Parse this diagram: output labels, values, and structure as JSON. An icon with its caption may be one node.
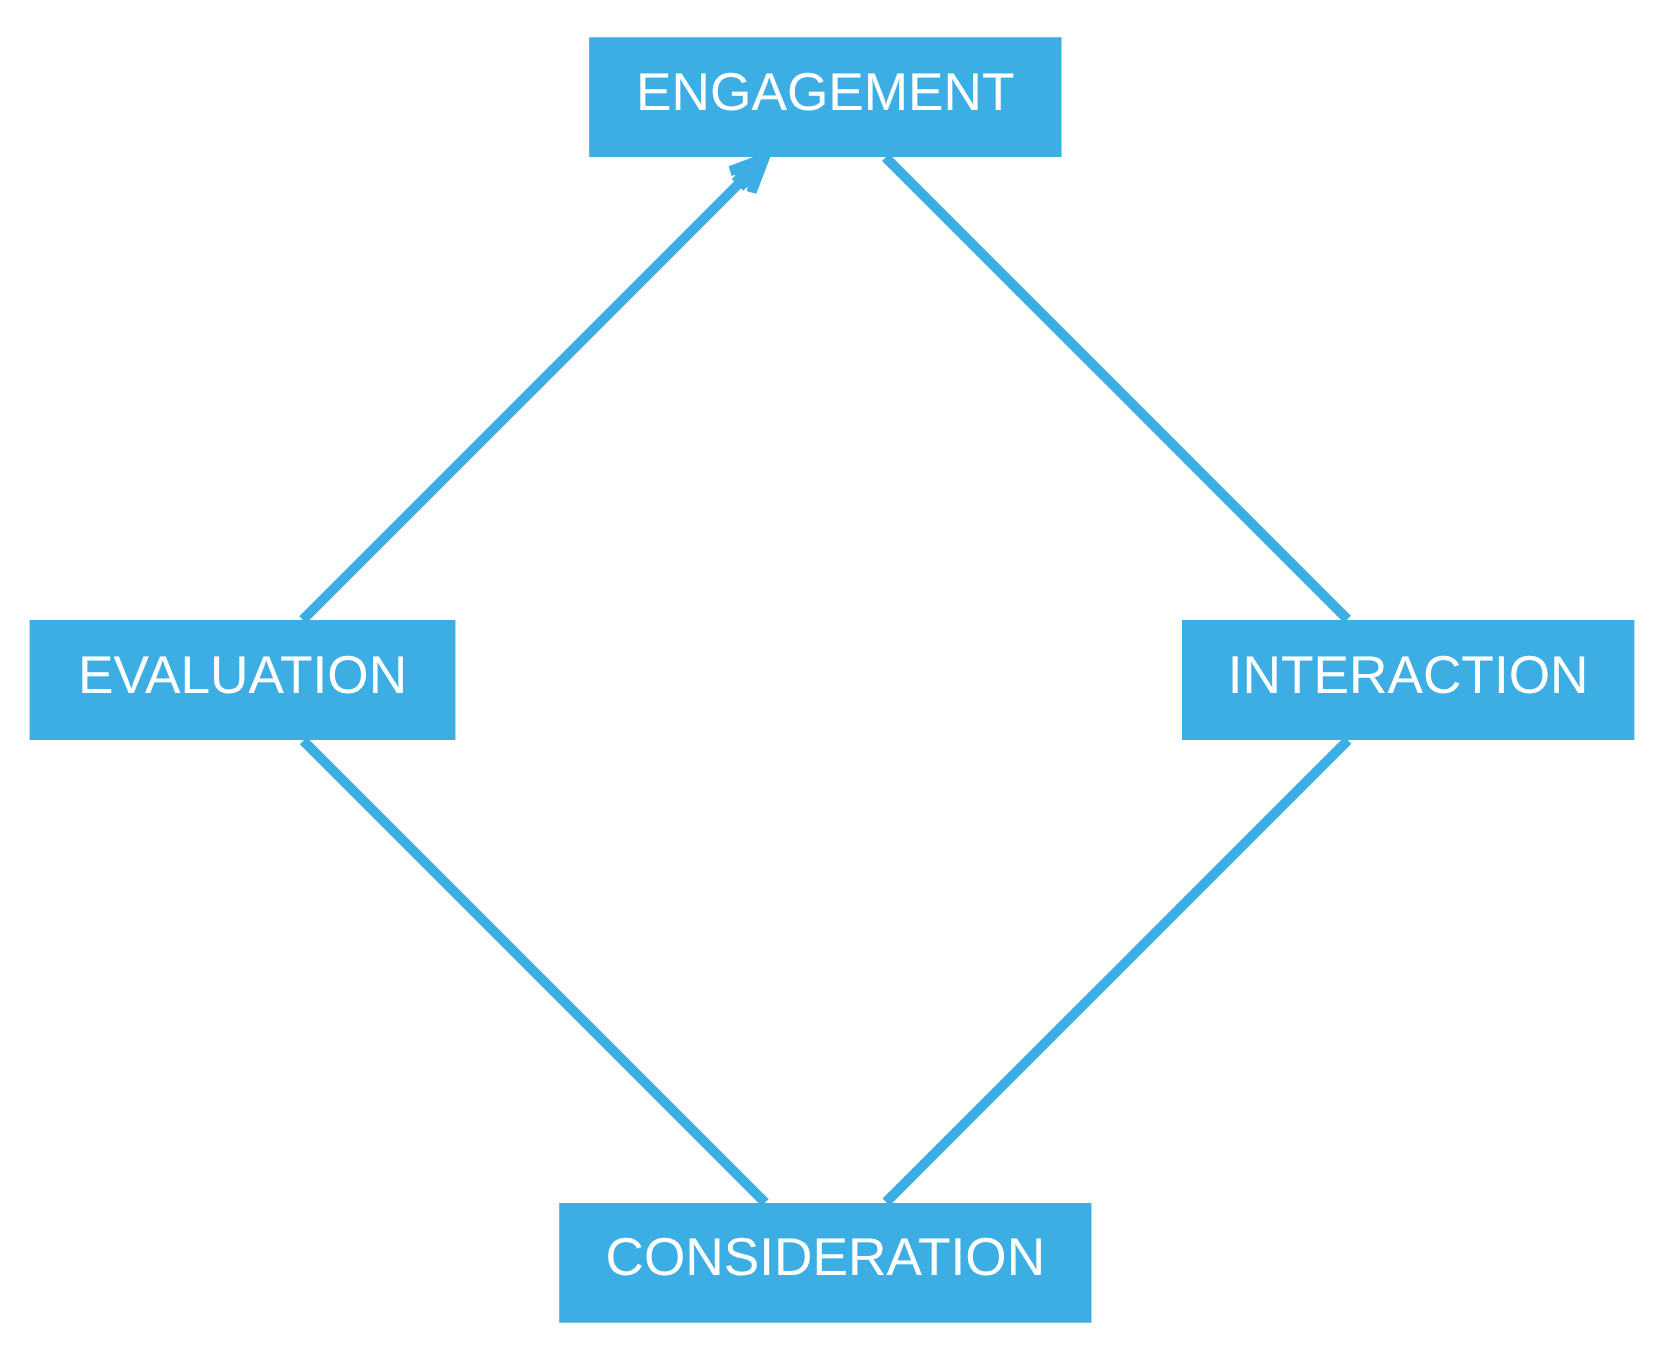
{
  "diagram": {
    "nodes": [
      {
        "text": [
          "CONSIDERATION"
        ]
      },
      {
        "text": [
          "INTERACTION"
        ]
      },
      {
        "text": [
          "EVALUATION"
        ]
      },
      {
        "text": [
          "ENGAGEMENT"
        ]
      }
    ],
    "edges": [
      {
        "from": 0,
        "to": 2,
        "arrow": "none"
      },
      {
        "from": 2,
        "to": 3,
        "arrow": "to"
      },
      {
        "from": 3,
        "to": 1,
        "arrow": "none"
      },
      {
        "from": 1,
        "to": 0,
        "arrow": "none"
      }
    ]
  }
}
